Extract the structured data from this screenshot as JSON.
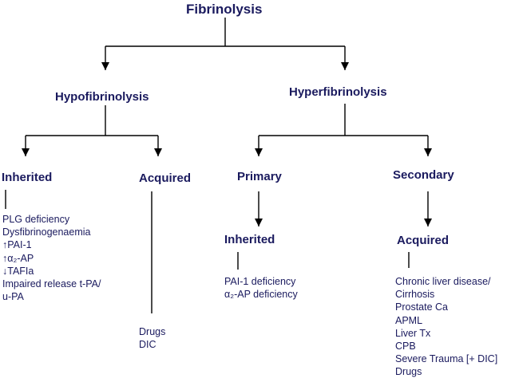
{
  "nodes": {
    "fibrinolysis": "Fibrinolysis",
    "hypofibrinolysis": "Hypofibrinolysis",
    "hyperfibrinolysis": "Hyperfibrinolysis",
    "hypo_inherited": "Inherited",
    "hypo_acquired": "Acquired",
    "hyper_primary": "Primary",
    "hyper_secondary": "Secondary",
    "primary_inherited": "Inherited",
    "secondary_acquired": "Acquired"
  },
  "lists": {
    "hypo_inherited_items": [
      "PLG deficiency",
      "Dysfibrinogenaemia",
      "↑PAI-1",
      "↑α₂-AP",
      "↓TAFIa",
      "Impaired release t-PA/",
      "u-PA"
    ],
    "hypo_acquired_items": [
      "Drugs",
      "DIC"
    ],
    "primary_inherited_items": [
      "PAI-1 deficiency",
      "α₂-AP deficiency"
    ],
    "secondary_acquired_items": [
      "Chronic liver disease/",
      "Cirrhosis",
      "Prostate Ca",
      "APML",
      "Liver Tx",
      "CPB",
      "Severe Trauma [+ DIC]",
      "Drugs"
    ]
  },
  "colors": {
    "text": "#1a1a5e",
    "lines": "#000000"
  }
}
